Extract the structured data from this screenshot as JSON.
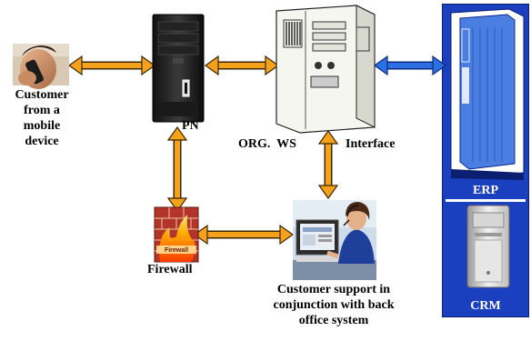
{
  "nodes": {
    "customer_label": [
      "Customer",
      "from a",
      "mobile",
      "device"
    ],
    "pn_label": "PN",
    "org_ws_label": "ORG.  WS",
    "interface_label": "Interface",
    "firewall_label": "Firewall",
    "firewall_sign": "Firewall",
    "support_label": [
      "Customer support in",
      "conjunction with back",
      "office system"
    ],
    "erp_label": "ERP",
    "crm_label": "CRM"
  },
  "colors": {
    "arrow_orange": "#f5a21b",
    "arrow_blue": "#2b6fe0",
    "panel_blue": "#1a3fbf"
  },
  "icons": [
    "person-phone-icon",
    "tower-pc-icon",
    "server-icon",
    "erp-server-icon",
    "crm-pc-icon",
    "firewall-icon",
    "support-agent-icon"
  ]
}
